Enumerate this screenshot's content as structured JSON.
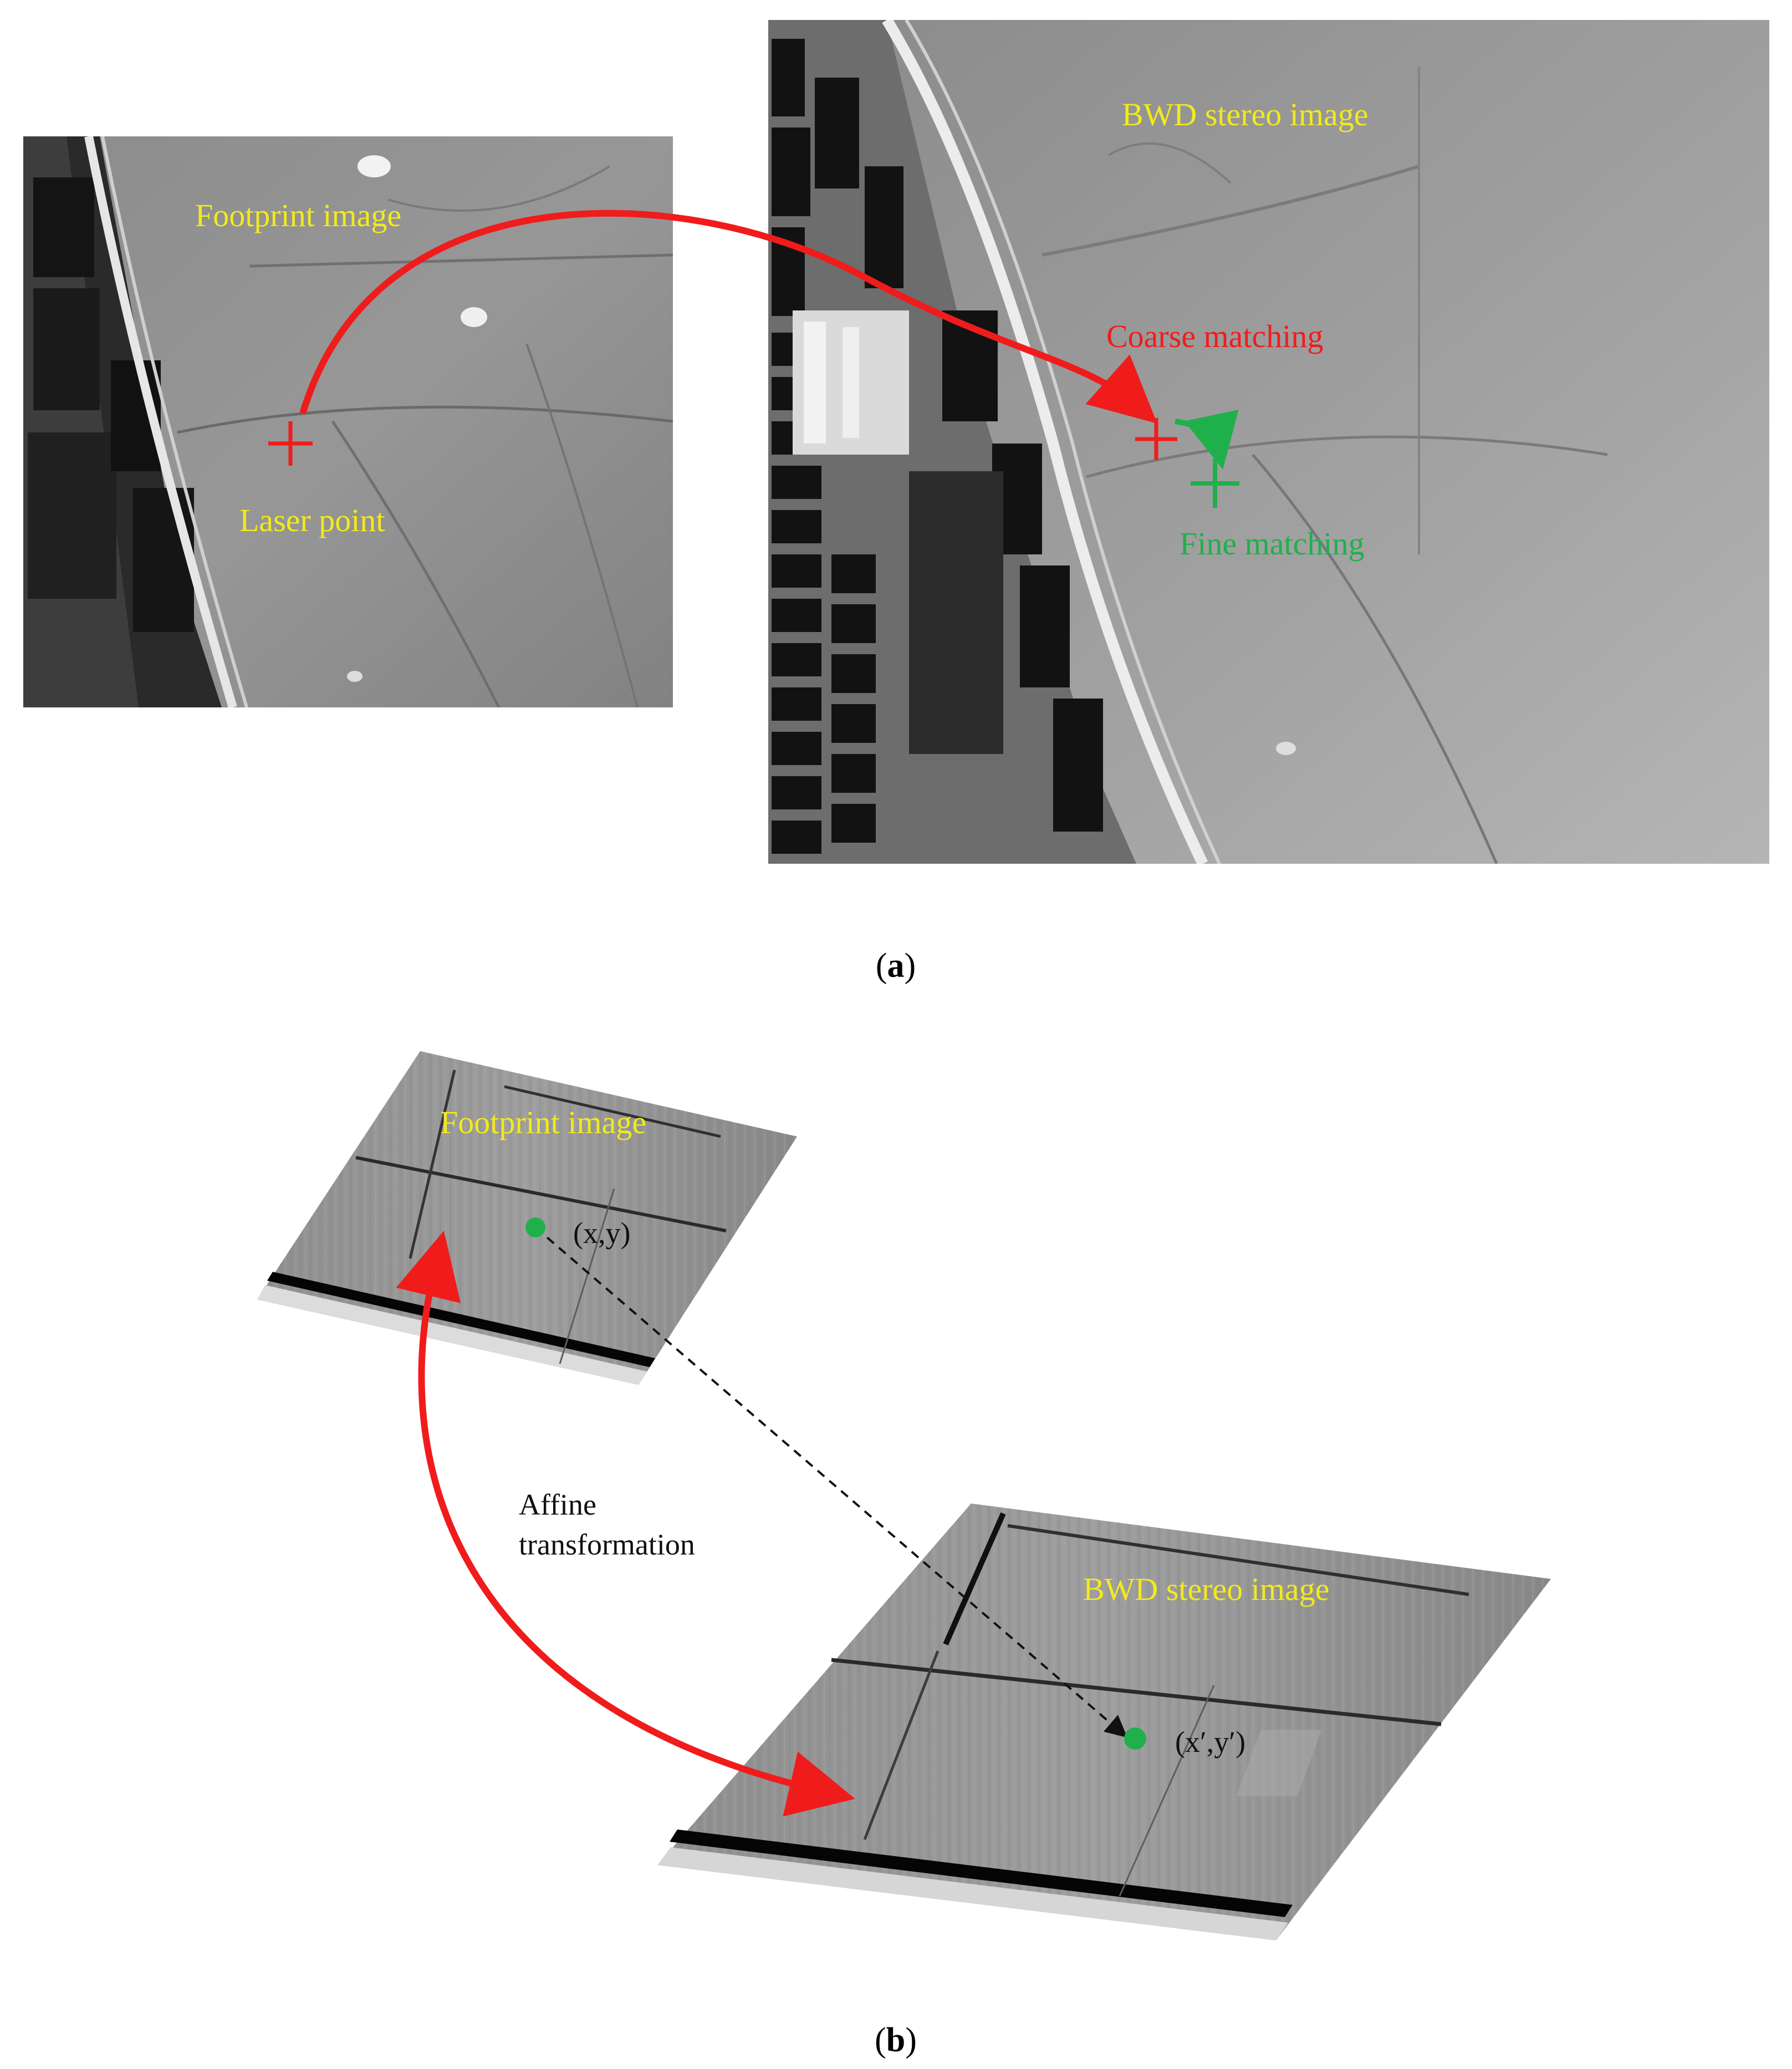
{
  "panel_a": {
    "footprint_label": "Footprint image",
    "laser_label": "Laser point",
    "bwd_label": "BWD stereo image",
    "coarse_label": "Coarse matching",
    "fine_label": "Fine matching",
    "caption_open": "(",
    "caption_letter": "a",
    "caption_close": ")"
  },
  "panel_b": {
    "footprint_label": "Footprint image",
    "point_label": "(x,y)",
    "bwd_label": "BWD stereo image",
    "point_prime_label": "(x′,y′)",
    "affine_line1": "Affine",
    "affine_line2": "transformation",
    "caption_open": "(",
    "caption_letter": "b",
    "caption_close": ")"
  },
  "colors": {
    "red_marker": "#f01c1c",
    "green_marker": "#1fb04c",
    "label_yellow": "#f2ea1c"
  },
  "icons": [
    "red-cross-icon",
    "green-cross-icon",
    "green-dot-icon"
  ]
}
